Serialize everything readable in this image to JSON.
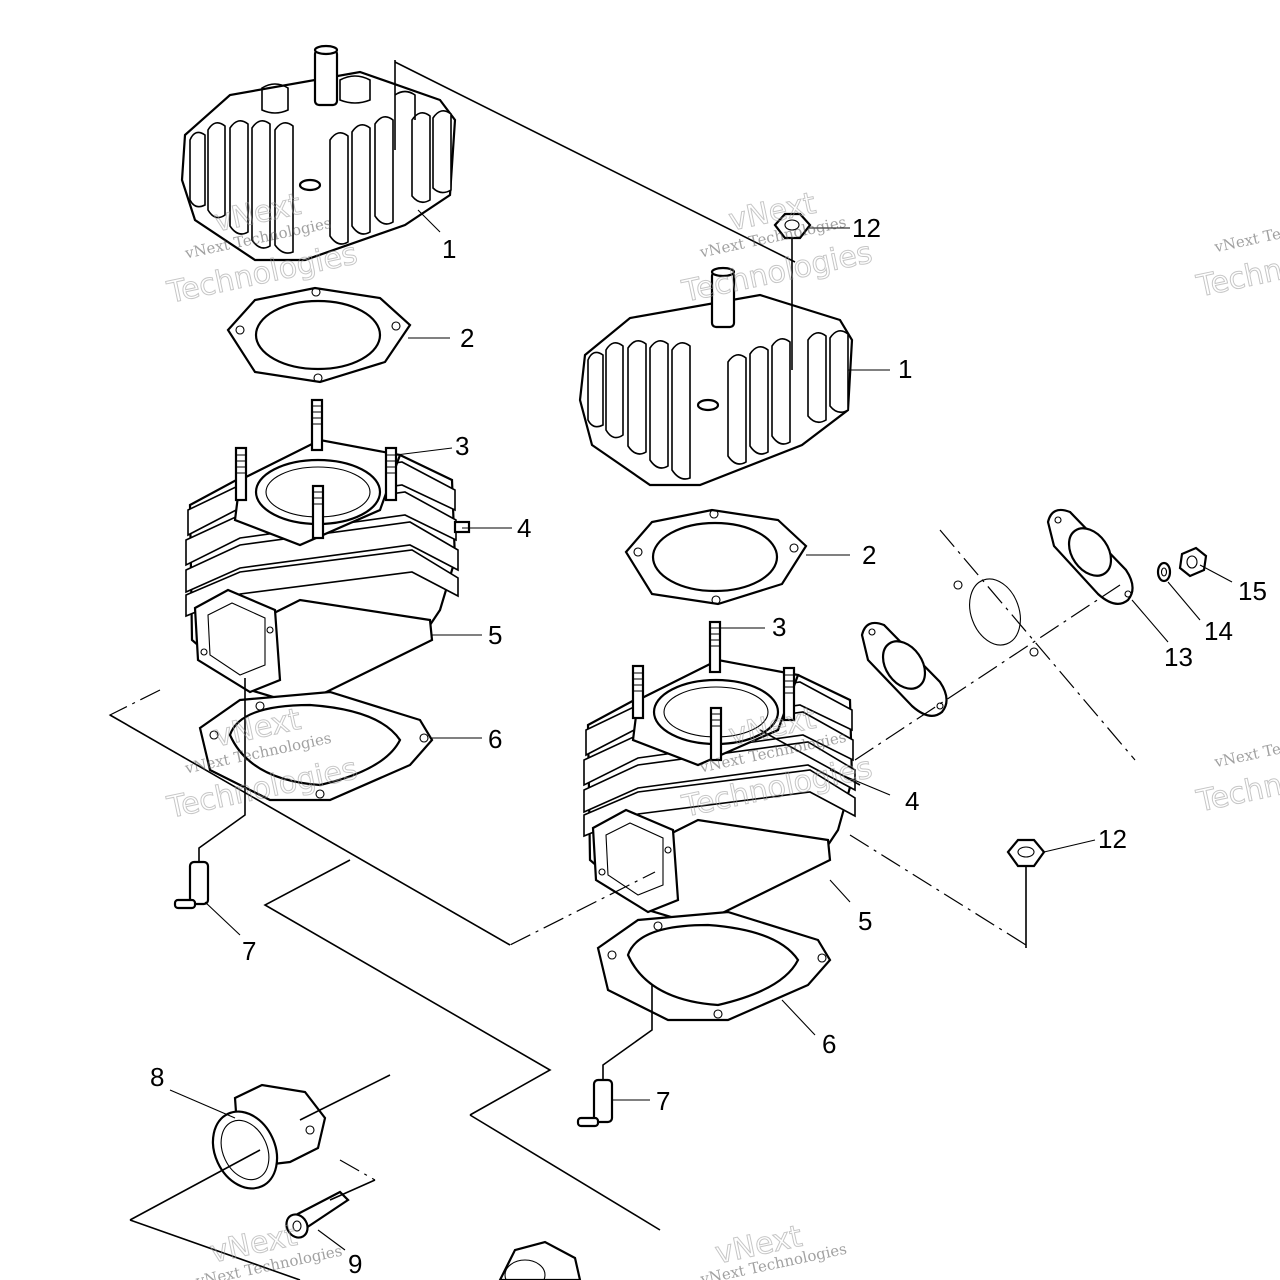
{
  "diagram": {
    "callouts": [
      {
        "id": "c1a",
        "text": "1"
      },
      {
        "id": "c1b",
        "text": "1"
      },
      {
        "id": "c2a",
        "text": "2"
      },
      {
        "id": "c2b",
        "text": "2"
      },
      {
        "id": "c3a",
        "text": "3"
      },
      {
        "id": "c3b",
        "text": "3"
      },
      {
        "id": "c4a",
        "text": "4"
      },
      {
        "id": "c4b",
        "text": "4"
      },
      {
        "id": "c5a",
        "text": "5"
      },
      {
        "id": "c5b",
        "text": "5"
      },
      {
        "id": "c6a",
        "text": "6"
      },
      {
        "id": "c6b",
        "text": "6"
      },
      {
        "id": "c7a",
        "text": "7"
      },
      {
        "id": "c7b",
        "text": "7"
      },
      {
        "id": "c8",
        "text": "8"
      },
      {
        "id": "c9",
        "text": "9"
      },
      {
        "id": "c12a",
        "text": "12"
      },
      {
        "id": "c12b",
        "text": "12"
      },
      {
        "id": "c13",
        "text": "13"
      },
      {
        "id": "c14",
        "text": "14"
      },
      {
        "id": "c15",
        "text": "15"
      }
    ]
  },
  "watermark": {
    "line1": "vNext Technologies",
    "line2": "Technologies",
    "line3": "vNext"
  }
}
